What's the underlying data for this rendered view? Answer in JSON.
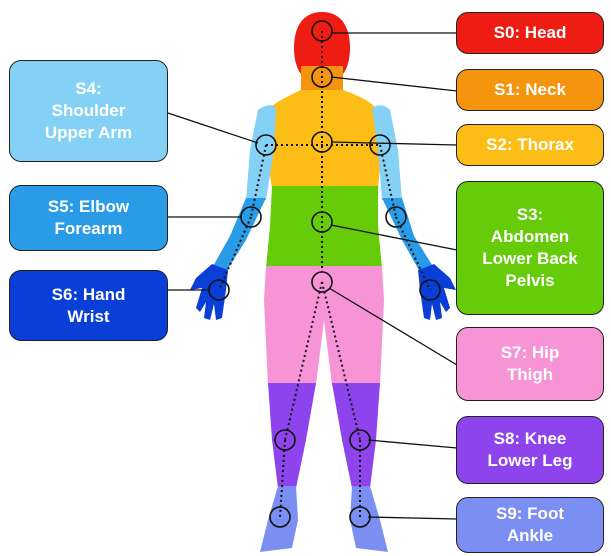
{
  "segments": [
    {
      "id": "S0",
      "text": "S0: Head",
      "color": "#ee1c12"
    },
    {
      "id": "S1",
      "text": "S1: Neck",
      "color": "#f5940e"
    },
    {
      "id": "S2",
      "text": "S2: Thorax",
      "color": "#fbbd16"
    },
    {
      "id": "S3",
      "text": "S3:\nAbdomen\nLower Back\nPelvis",
      "color": "#66cc0a"
    },
    {
      "id": "S4",
      "text": "S4:\nShoulder\nUpper Arm",
      "color": "#85d1f5"
    },
    {
      "id": "S5",
      "text": "S5: Elbow\nForearm",
      "color": "#2a9be6"
    },
    {
      "id": "S6",
      "text": "S6: Hand\nWrist",
      "color": "#0a3fd7"
    },
    {
      "id": "S7",
      "text": "S7: Hip\nThigh",
      "color": "#f694d6"
    },
    {
      "id": "S8",
      "text": "S8: Knee\nLower Leg",
      "color": "#8e44ec"
    },
    {
      "id": "S9",
      "text": "S9: Foot\nAnkle",
      "color": "#7b8ff2"
    }
  ]
}
